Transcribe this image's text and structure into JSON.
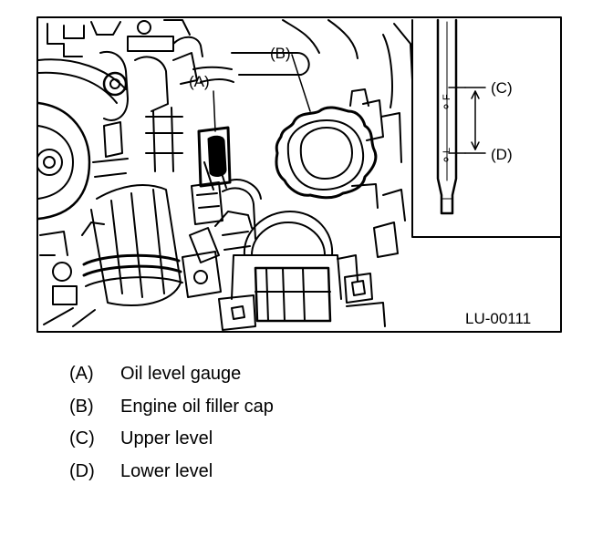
{
  "figure": {
    "id": "LU-00111",
    "callouts": {
      "a": "(A)",
      "b": "(B)",
      "c": "(C)",
      "d": "(D)"
    },
    "dipstick_marks": {
      "full": "F",
      "low": "L"
    }
  },
  "legend": [
    {
      "key": "(A)",
      "text": "Oil level gauge"
    },
    {
      "key": "(B)",
      "text": "Engine oil filler cap"
    },
    {
      "key": "(C)",
      "text": "Upper level"
    },
    {
      "key": "(D)",
      "text": "Lower level"
    }
  ]
}
